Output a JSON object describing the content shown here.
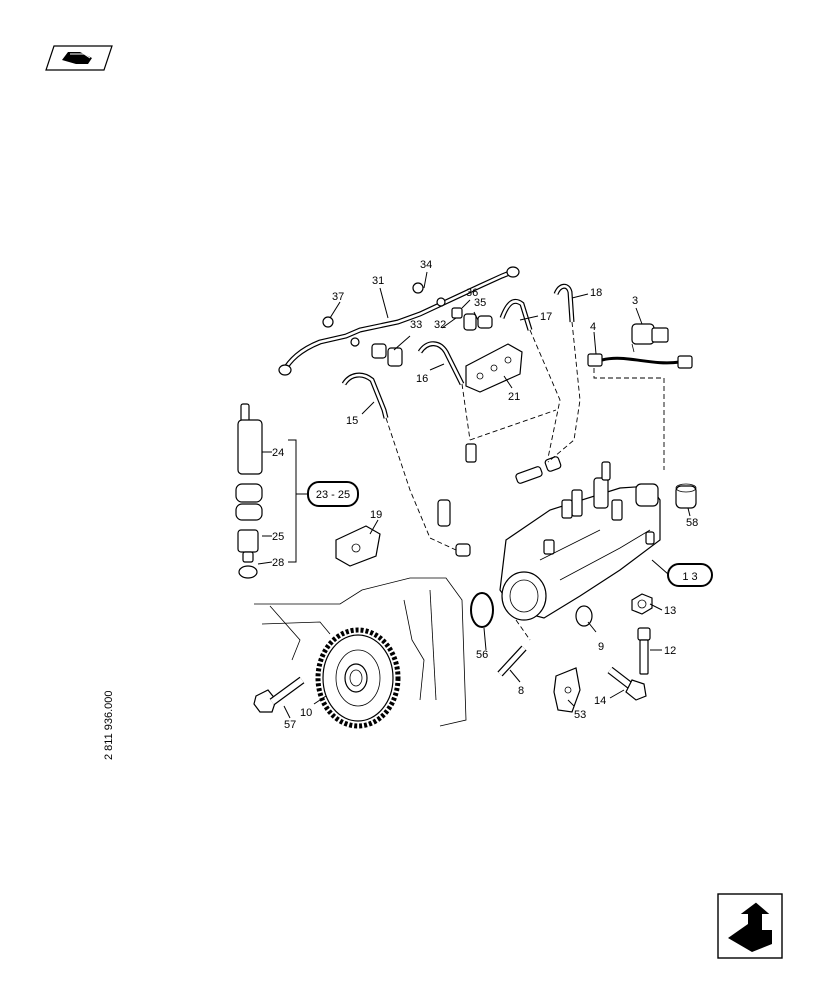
{
  "drawing_code": "2 811 936.000",
  "callouts": {
    "c1": "1  3",
    "c2": "23 - 25"
  },
  "labels": {
    "l3": "3",
    "l4": "4",
    "l8": "8",
    "l9": "9",
    "l10": "10",
    "l12": "12",
    "l13": "13",
    "l14": "14",
    "l15": "15",
    "l16": "16",
    "l17": "17",
    "l18": "18",
    "l19": "19",
    "l21": "21",
    "l24": "24",
    "l25": "25",
    "l28": "28",
    "l31": "31",
    "l32": "32",
    "l33": "33",
    "l34": "34",
    "l35": "35",
    "l36": "36",
    "l37": "37",
    "l53": "53",
    "l56": "56",
    "l57": "57",
    "l58": "58"
  },
  "icons": {
    "top_left": "previous-page-icon",
    "bottom_right": "next-page-icon"
  }
}
